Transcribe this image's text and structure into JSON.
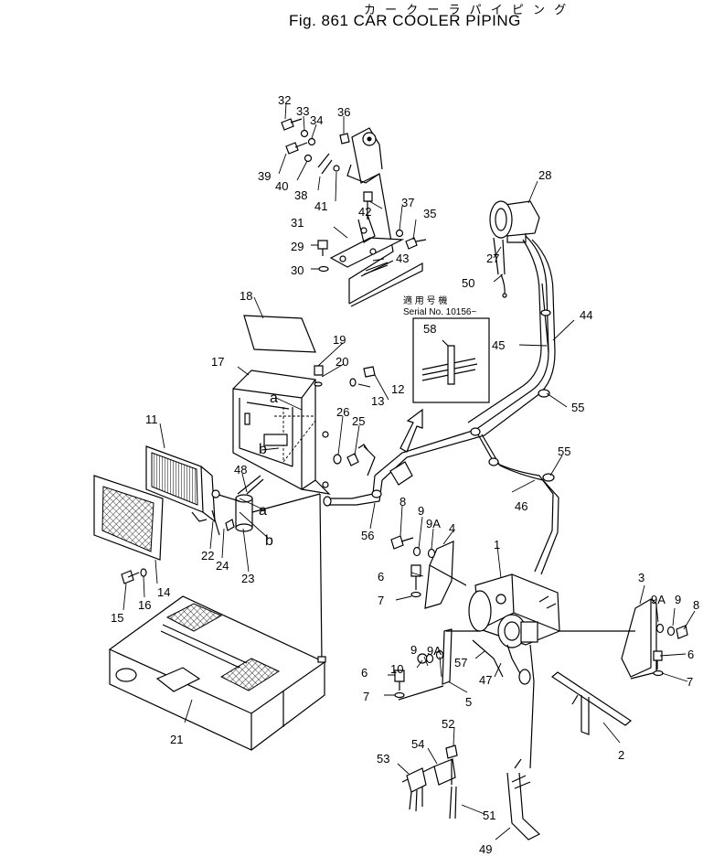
{
  "figure": {
    "title_jp": "カ ー ク ー ラ パ イ ピ ン グ",
    "title": "Fig. 861 CAR COOLER PIPING"
  },
  "serial_note": {
    "jp": "適 用 号 機",
    "text": "Serial No. 10156~"
  },
  "callouts": {
    "c1": "1",
    "c2": "2",
    "c3": "3",
    "c4": "4",
    "c5": "5",
    "c6a": "6",
    "c6b": "6",
    "c6c": "6",
    "c7a": "7",
    "c7b": "7",
    "c7c": "7",
    "c8a": "8",
    "c8b": "8",
    "c9a": "9",
    "c9b": "9",
    "c9c": "9",
    "c9Aa": "9A",
    "c9Ab": "9A",
    "c9Ac": "9A",
    "c10": "10",
    "c11": "11",
    "c12": "12",
    "c13": "13",
    "c14": "14",
    "c15": "15",
    "c16": "16",
    "c17": "17",
    "c18": "18",
    "c19": "19",
    "c20": "20",
    "c21": "21",
    "c22": "22",
    "c23": "23",
    "c24": "24",
    "c25": "25",
    "c26": "26",
    "c27": "27",
    "c28": "28",
    "c29": "29",
    "c30": "30",
    "c31": "31",
    "c32": "32",
    "c33": "33",
    "c34": "34",
    "c35": "35",
    "c36": "36",
    "c37": "37",
    "c38": "38",
    "c39": "39",
    "c40": "40",
    "c41": "41",
    "c42": "42",
    "c43": "43",
    "c44": "44",
    "c45": "45",
    "c46": "46",
    "c47": "47",
    "c48": "48",
    "c49": "49",
    "c50": "50",
    "c51": "51",
    "c52": "52",
    "c53": "53",
    "c54": "54",
    "c55a": "55",
    "c55b": "55",
    "c56": "56",
    "c57": "57",
    "c58": "58",
    "la1": "a",
    "la2": "a",
    "lb1": "b",
    "lb2": "b"
  }
}
